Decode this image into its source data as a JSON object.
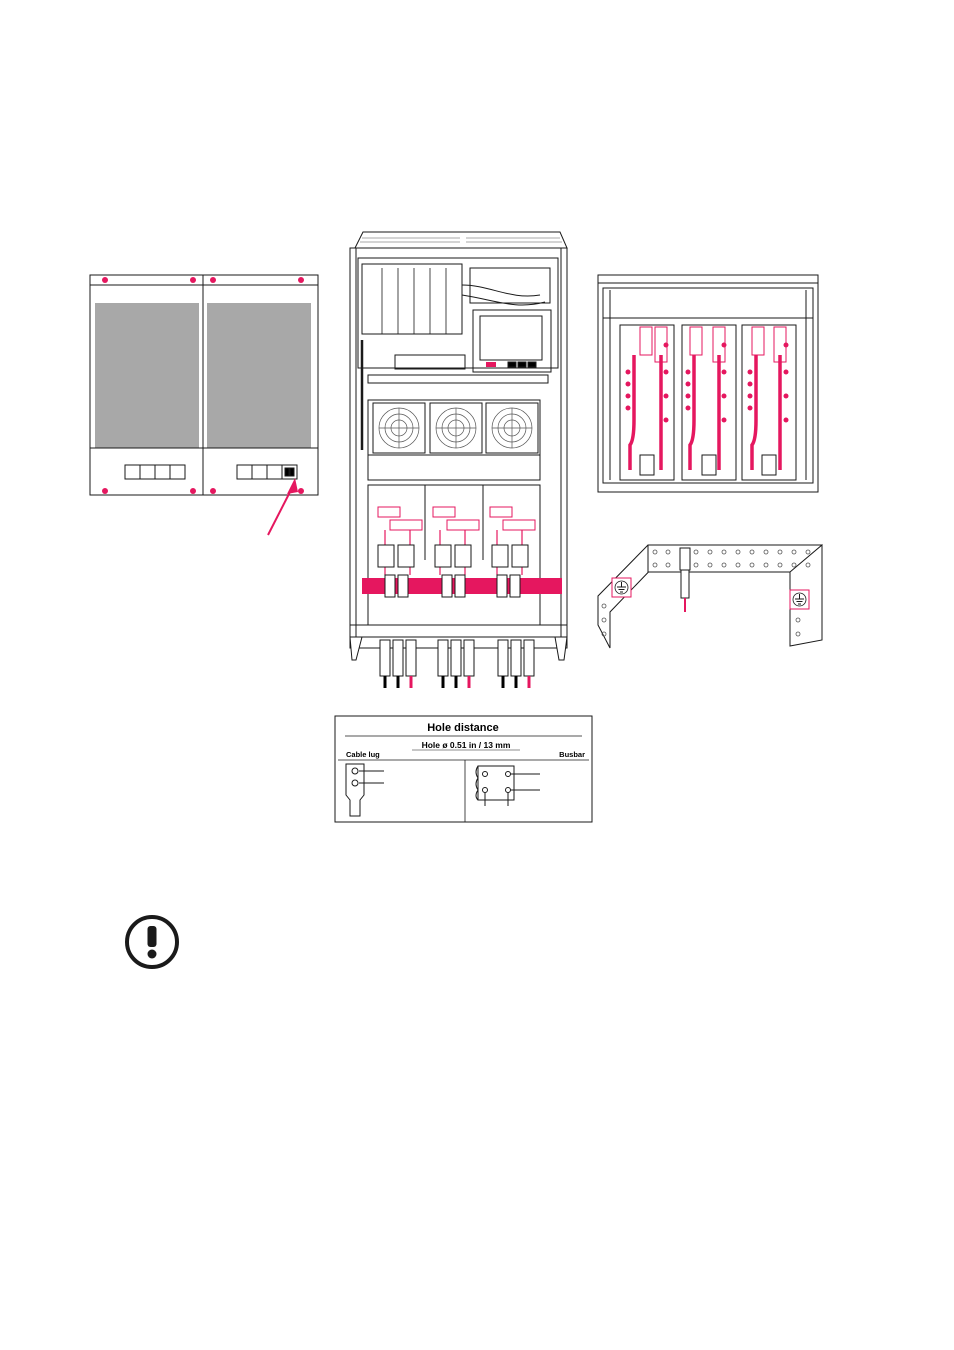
{
  "hole_distance": {
    "title": "Hole distance",
    "hole_size": "Hole ø 0.51 in / 13 mm",
    "cable_lug_label": "Cable lug",
    "busbar_label": "Busbar"
  },
  "icons": {
    "notice": "exclamation-circle-icon",
    "ground": "protective-earth-icon"
  },
  "colors": {
    "accent": "#e5175f",
    "line": "#1a1a1a",
    "panel_gray": "#a8a8a8"
  }
}
